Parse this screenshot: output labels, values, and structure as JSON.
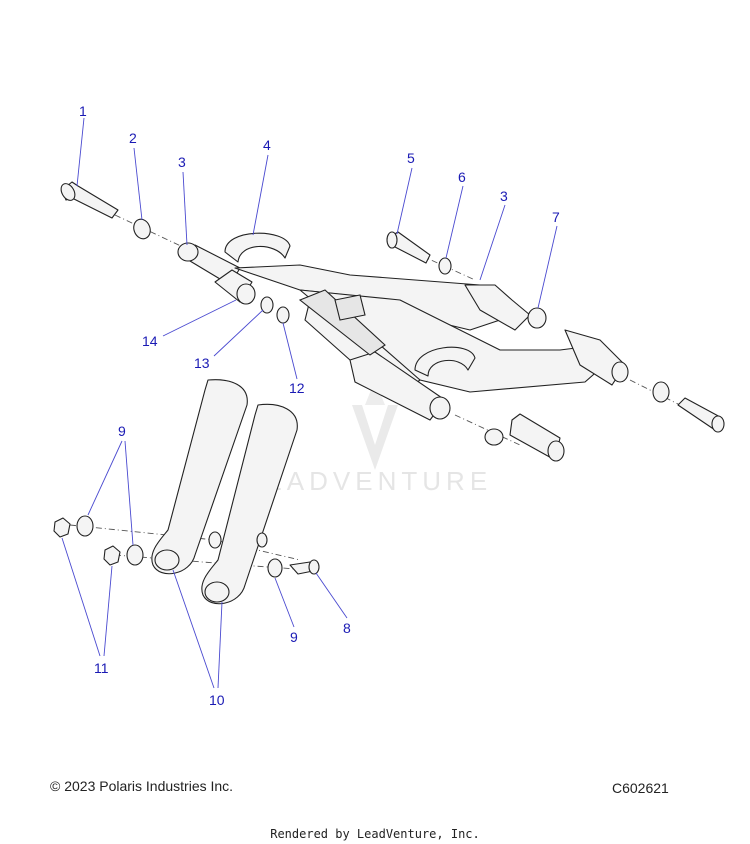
{
  "diagram": {
    "callouts": [
      "1",
      "2",
      "3",
      "4",
      "5",
      "6",
      "3",
      "7",
      "14",
      "13",
      "12",
      "9",
      "9",
      "8",
      "11",
      "10"
    ],
    "watermark": "LEADVENTURE"
  },
  "footer": {
    "copyright": "© 2023 Polaris Industries Inc.",
    "code": "C602621",
    "rendered_by": "Rendered by LeadVenture, Inc."
  }
}
